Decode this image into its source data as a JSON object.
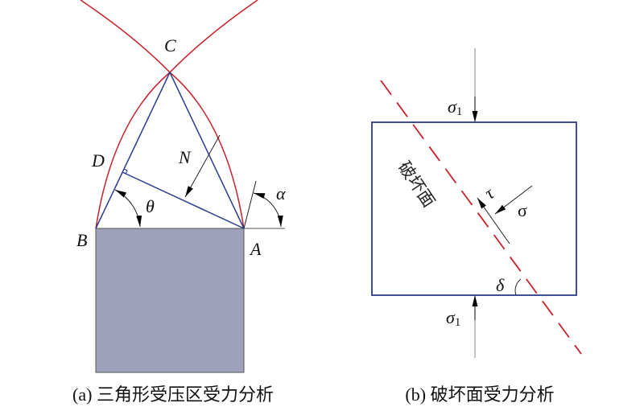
{
  "panel_a": {
    "points": {
      "A": "A",
      "B": "B",
      "C": "C",
      "D": "D"
    },
    "force_label": "N",
    "angle_theta": "θ",
    "angle_alpha": "α",
    "caption": "(a) 三角形受压区受力分析"
  },
  "panel_b": {
    "stress_top": "σ",
    "stress_top_sub": "1",
    "stress_bottom": "σ",
    "stress_bottom_sub": "1",
    "shear_label": "τ",
    "normal_label": "σ",
    "angle_delta": "δ",
    "plane_label": "破坏面",
    "caption": "(b) 破坏面受力分析"
  },
  "colors": {
    "arc": "#c8202a",
    "triangle": "#2b3a8f",
    "block": "#9da1bb",
    "rect": "#2b3a8f",
    "dash": "#c8202a"
  }
}
